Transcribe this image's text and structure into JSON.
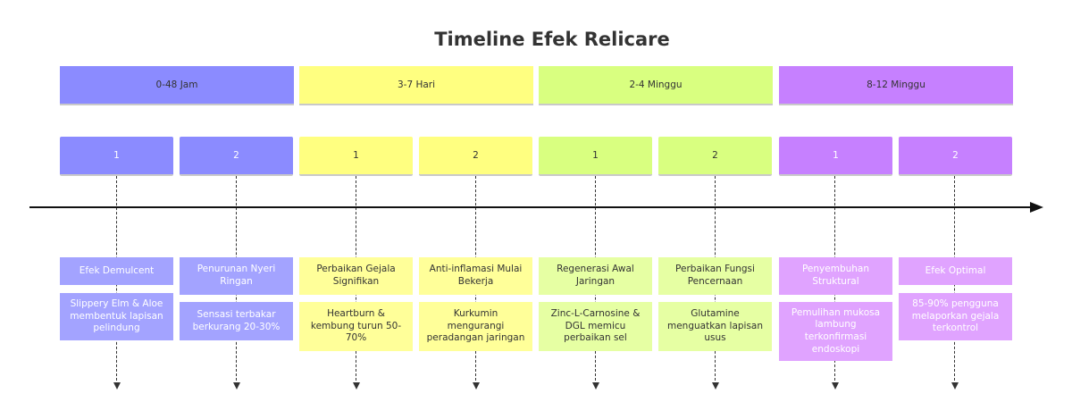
{
  "title": "Timeline Efek Relicare",
  "colors": {
    "section_1": "#8b8bff",
    "section_1_event": "#a3a3ff",
    "section_2": "#ffff80",
    "section_2_event": "#ffff99",
    "section_3": "#d9ff80",
    "section_3_event": "#e6ffa3",
    "section_4": "#c680ff",
    "section_4_event": "#e0a3ff",
    "axis": "#111111"
  },
  "sections": [
    {
      "label": "0-48 Jam",
      "periods": [
        {
          "label": "1",
          "events": [
            "Efek Demulcent",
            "Slippery Elm & Aloe membentuk lapisan pelindung"
          ]
        },
        {
          "label": "2",
          "events": [
            "Penurunan Nyeri Ringan",
            "Sensasi terbakar berkurang 20-30%"
          ]
        }
      ]
    },
    {
      "label": "3-7 Hari",
      "periods": [
        {
          "label": "1",
          "events": [
            "Perbaikan Gejala Signifikan",
            "Heartburn & kembung turun 50-70%"
          ]
        },
        {
          "label": "2",
          "events": [
            "Anti-inflamasi Mulai Bekerja",
            "Kurkumin mengurangi peradangan jaringan"
          ]
        }
      ]
    },
    {
      "label": "2-4 Minggu",
      "periods": [
        {
          "label": "1",
          "events": [
            "Regenerasi Awal Jaringan",
            "Zinc-L-Carnosine & DGL memicu perbaikan sel"
          ]
        },
        {
          "label": "2",
          "events": [
            "Perbaikan Fungsi Pencernaan",
            "Glutamine menguatkan lapisan usus"
          ]
        }
      ]
    },
    {
      "label": "8-12 Minggu",
      "periods": [
        {
          "label": "1",
          "events": [
            "Penyembuhan Struktural",
            "Pemulihan mukosa lambung terkonfirmasi endoskopi"
          ]
        },
        {
          "label": "2",
          "events": [
            "Efek Optimal",
            "85-90% pengguna melaporkan gejala terkontrol"
          ]
        }
      ]
    }
  ]
}
